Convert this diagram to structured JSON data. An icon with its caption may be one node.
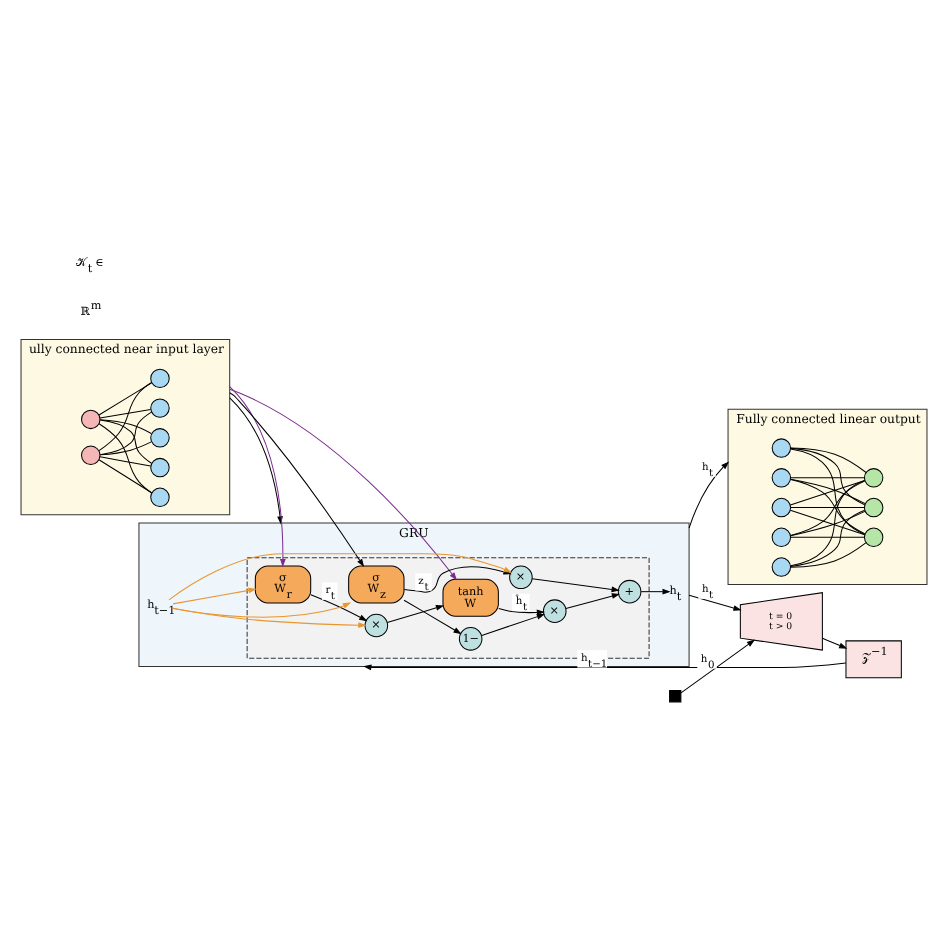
{
  "diagram": {
    "nodes": [
      {
        "text": [
          "ully connected near input layer"
        ]
      },
      {
        "text": [],
        "shape": "circle",
        "in": 0
      },
      {
        "text": [],
        "shape": "circle",
        "in": 0
      },
      {
        "text": [],
        "shape": "circle",
        "in": 0
      },
      {
        "text": [],
        "shape": "circle",
        "in": 0
      },
      {
        "text": [],
        "shape": "circle",
        "in": 0
      },
      {
        "text": [],
        "shape": "circle",
        "in": 0
      },
      {
        "text": [],
        "shape": "circle",
        "in": 0
      },
      {
        "text": [
          "GRU"
        ]
      },
      {
        "text": [],
        "shape": "box",
        "in": 8
      },
      {
        "text": [
          "σ",
          "W$_{r}$"
        ],
        "in": 9
      },
      {
        "text": [
          "σ",
          "W$_{z}$"
        ],
        "in": 9
      },
      {
        "text": [
          "tanh",
          "W"
        ],
        "in": 9
      },
      {
        "text": [
          "×"
        ],
        "in": 9
      },
      {
        "text": [
          "×"
        ],
        "in": 9
      },
      {
        "text": [
          "1−"
        ],
        "in": 9
      },
      {
        "text": [
          "×"
        ],
        "in": 9
      },
      {
        "text": [
          "+"
        ],
        "in": 9
      },
      {
        "text": [
          "𝒵$^{−1}$"
        ]
      },
      {
        "text": [
          "t = 0",
          "t > 0"
        ]
      },
      {
        "text": [],
        "shape": "box"
      },
      {
        "text": [
          "Fully connected linear output"
        ]
      },
      {
        "text": [],
        "shape": "circle",
        "in": 21
      },
      {
        "text": [],
        "shape": "circle",
        "in": 21
      },
      {
        "text": [],
        "shape": "circle",
        "in": 21
      },
      {
        "text": [],
        "shape": "circle",
        "in": 21
      },
      {
        "text": [],
        "shape": "circle",
        "in": 21
      },
      {
        "text": [],
        "shape": "circle",
        "in": 21
      },
      {
        "text": [],
        "shape": "circle",
        "in": 21
      },
      {
        "text": [],
        "shape": "circle",
        "in": 21
      },
      {
        "text": [
          "h$_{t−1}$"
        ],
        "in": 8
      },
      {
        "text": [
          "h$_{t}$"
        ],
        "in": 8
      }
    ],
    "edges": [
      {
        "from": 20,
        "to": 19,
        "label": "h$_{0}$",
        "arrow": "to"
      },
      {
        "from": 19,
        "to": 18,
        "arrow": "to"
      },
      {
        "from": 18,
        "to": 8,
        "label": "h$_{t−1}$",
        "arrow": "to"
      },
      {
        "from": 0,
        "to": 8,
        "arrow": "to"
      },
      {
        "from": 30,
        "to": 10,
        "arrow": "to",
        "color": "#e8962e"
      },
      {
        "from": 30,
        "to": 13,
        "arrow": "to",
        "color": "#e8962e"
      },
      {
        "from": 30,
        "to": 11,
        "arrow": "to",
        "color": "#e8962e"
      },
      {
        "from": 30,
        "to": 14,
        "arrow": "to",
        "color": "#e8962e"
      },
      {
        "from": 0,
        "to": 10,
        "arrow": "to",
        "color": "#7b2d8e"
      },
      {
        "from": 0,
        "to": 11,
        "arrow": "to"
      },
      {
        "from": 0,
        "to": 12,
        "arrow": "to",
        "color": "#7b2d8e"
      },
      {
        "from": 10,
        "to": 13,
        "label": "r$_{t}$",
        "arrow": "to"
      },
      {
        "from": 13,
        "to": 12,
        "arrow": "to"
      },
      {
        "from": 11,
        "to": 14,
        "label": "z$_{t}$",
        "arrow": "to"
      },
      {
        "from": 11,
        "to": 15,
        "arrow": "to"
      },
      {
        "from": 15,
        "to": 16,
        "arrow": "to"
      },
      {
        "from": 12,
        "to": 16,
        "label": "ĥ$_{t}$",
        "arrow": "to"
      },
      {
        "from": 14,
        "to": 17,
        "arrow": "to"
      },
      {
        "from": 16,
        "to": 17,
        "arrow": "to"
      },
      {
        "from": 17,
        "to": 31,
        "arrow": "to"
      },
      {
        "from": 8,
        "to": 19,
        "label": "h$_{t}$",
        "arrow": "to"
      },
      {
        "from": 8,
        "to": 21,
        "label": "h$_{t}$",
        "arrow": "to"
      },
      {
        "from": 1,
        "to": 3,
        "arrow": "none"
      },
      {
        "from": 1,
        "to": 4,
        "arrow": "none"
      },
      {
        "from": 1,
        "to": 5,
        "arrow": "none"
      },
      {
        "from": 1,
        "to": 6,
        "arrow": "none"
      },
      {
        "from": 1,
        "to": 7,
        "arrow": "none"
      },
      {
        "from": 2,
        "to": 3,
        "arrow": "none"
      },
      {
        "from": 2,
        "to": 4,
        "arrow": "none"
      },
      {
        "from": 2,
        "to": 5,
        "arrow": "none"
      },
      {
        "from": 2,
        "to": 6,
        "arrow": "none"
      },
      {
        "from": 2,
        "to": 7,
        "arrow": "none"
      },
      {
        "from": 22,
        "to": 27,
        "arrow": "none"
      },
      {
        "from": 22,
        "to": 28,
        "arrow": "none"
      },
      {
        "from": 22,
        "to": 29,
        "arrow": "none"
      },
      {
        "from": 23,
        "to": 27,
        "arrow": "none"
      },
      {
        "from": 23,
        "to": 28,
        "arrow": "none"
      },
      {
        "from": 23,
        "to": 29,
        "arrow": "none"
      },
      {
        "from": 24,
        "to": 27,
        "arrow": "none"
      },
      {
        "from": 24,
        "to": 28,
        "arrow": "none"
      },
      {
        "from": 24,
        "to": 29,
        "arrow": "none"
      },
      {
        "from": 25,
        "to": 27,
        "arrow": "none"
      },
      {
        "from": 25,
        "to": 28,
        "arrow": "none"
      },
      {
        "from": 25,
        "to": 29,
        "arrow": "none"
      },
      {
        "from": 26,
        "to": 27,
        "arrow": "none"
      },
      {
        "from": 26,
        "to": 28,
        "arrow": "none"
      },
      {
        "from": 26,
        "to": 29,
        "arrow": "none"
      }
    ],
    "labels": [
      "ℝ$^{m}$",
      "𝒦$_{t}$ ∈"
    ]
  }
}
